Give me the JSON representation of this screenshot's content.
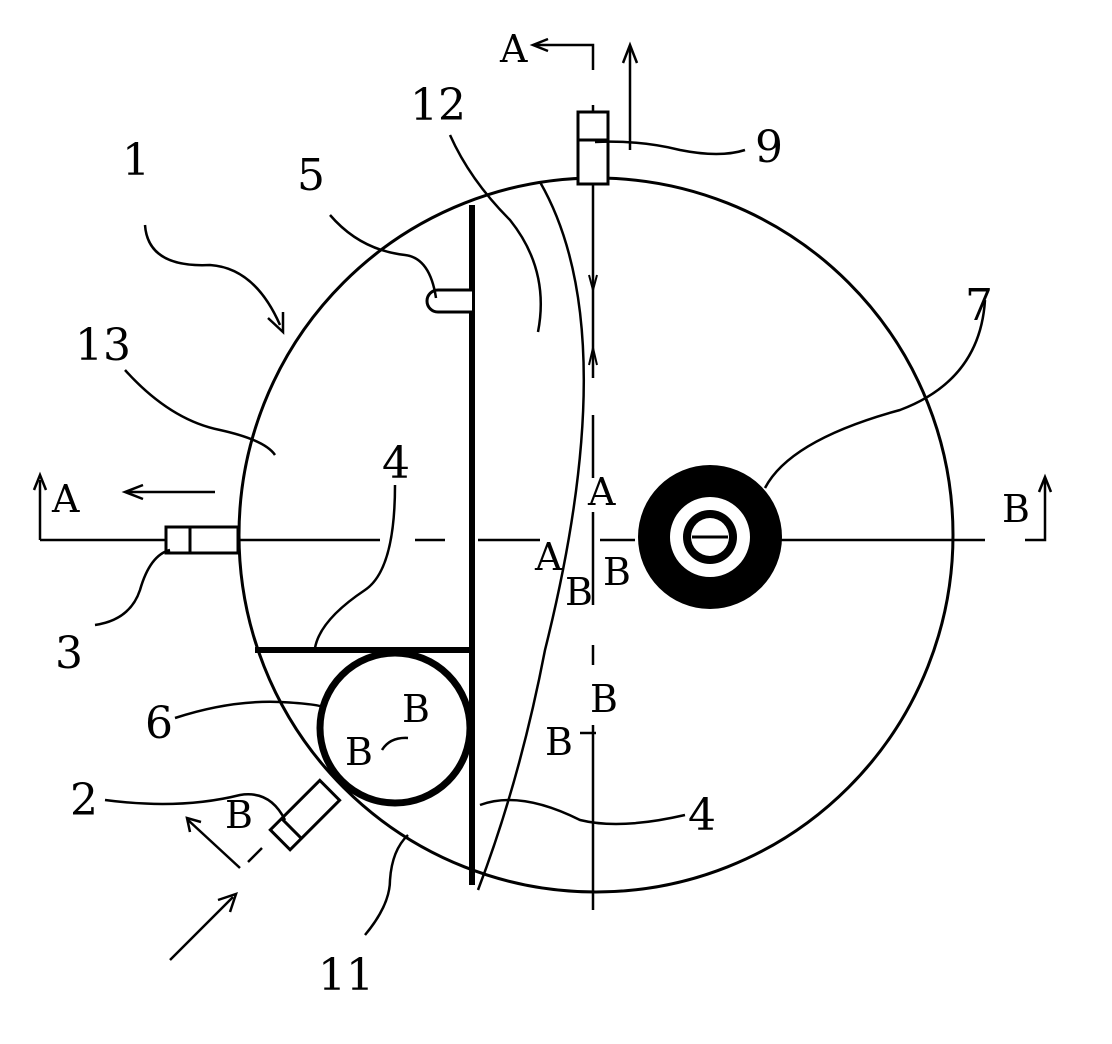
{
  "part_labels": {
    "p1": "1",
    "p2": "2",
    "p3": "3",
    "p4a": "4",
    "p4b": "4",
    "p5": "5",
    "p6": "6",
    "p7": "7",
    "p9": "9",
    "p11": "11",
    "p12": "12",
    "p13": "13"
  },
  "section_labels": {
    "a_top": "A",
    "a_left": "A",
    "a_mid1": "A",
    "a_mid2": "A",
    "b_right": "B",
    "b_mid1": "B",
    "b_mid2": "B",
    "b_mid3": "B",
    "b_mid4": "B",
    "b_circ1": "B",
    "b_circ2": "B",
    "b_lower": "B"
  },
  "colors": {
    "ink": "#000000",
    "paper": "#ffffff"
  }
}
